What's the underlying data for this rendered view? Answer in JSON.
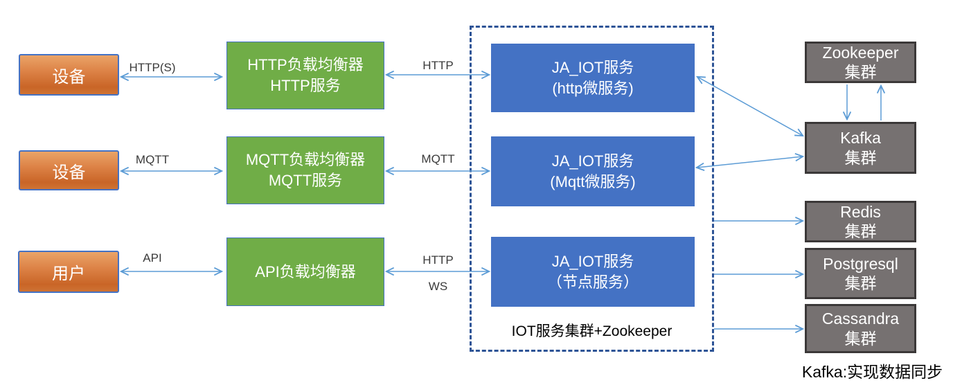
{
  "diagram": {
    "left_nodes": [
      {
        "label": "设备"
      },
      {
        "label": "设备"
      },
      {
        "label": "用户"
      }
    ],
    "balancer_nodes": [
      {
        "line1": "HTTP负载均衡器",
        "line2": "HTTP服务"
      },
      {
        "line1": "MQTT负载均衡器",
        "line2": "MQTT服务"
      },
      {
        "line1": "API负载均衡器",
        "line2": ""
      }
    ],
    "service_nodes": [
      {
        "line1": "JA_IOT服务",
        "line2": "(http微服务)"
      },
      {
        "line1": "JA_IOT服务",
        "line2": "(Mqtt微服务)"
      },
      {
        "line1": "JA_IOT服务",
        "line2": "（节点服务）"
      }
    ],
    "cluster_caption": "IOT服务集群+Zookeeper",
    "right_nodes": [
      {
        "line1": "Zookeeper",
        "line2": "集群"
      },
      {
        "line1": "Kafka",
        "line2": "集群"
      },
      {
        "line1": "Redis",
        "line2": "集群"
      },
      {
        "line1": "Postgresql",
        "line2": "集群"
      },
      {
        "line1": "Cassandra",
        "line2": "集群"
      }
    ],
    "edge_labels": {
      "device1_httplb": "HTTP(S)",
      "httplb_service": "HTTP",
      "device2_mqttlb": "MQTT",
      "mqttlb_service": "MQTT",
      "user_apilb": "API",
      "apilb_service_http": "HTTP",
      "apilb_service_ws": "WS"
    },
    "footnote": "Kafka:实现数据同步",
    "colors": {
      "device_fill": "#CE6E2E",
      "balancer_fill": "#70AD47",
      "service_fill": "#4472C4",
      "cluster_fill": "#767171",
      "cluster_border": "#3B3838",
      "node_border": "#4472C4",
      "arrow": "#5B9BD5",
      "dashed_border": "#2E5496"
    }
  }
}
